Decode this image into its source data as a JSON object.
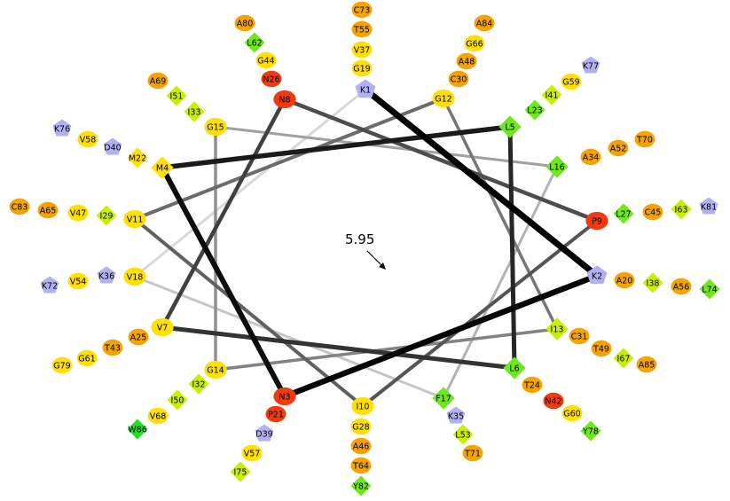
{
  "colors": {
    "red": "#f03a10",
    "orange": "#f5a300",
    "yellow": "#ffe000",
    "lime": "#c6f000",
    "green": "#6ee81a",
    "bright_green": "#22e026",
    "lavender": "#b0b0f2"
  },
  "moment_label": "5.95",
  "residues": [
    {
      "label": "K1",
      "shape": "pentagon",
      "color": "lavender"
    },
    {
      "label": "K2",
      "shape": "pentagon",
      "color": "lavender"
    },
    {
      "label": "N3",
      "shape": "circle",
      "color": "red"
    },
    {
      "label": "M4",
      "shape": "diamond",
      "color": "yellow"
    },
    {
      "label": "L5",
      "shape": "diamond",
      "color": "green"
    },
    {
      "label": "L6",
      "shape": "diamond",
      "color": "green"
    },
    {
      "label": "V7",
      "shape": "circle",
      "color": "yellow"
    },
    {
      "label": "N8",
      "shape": "circle",
      "color": "red"
    },
    {
      "label": "P9",
      "shape": "circle",
      "color": "red"
    },
    {
      "label": "I10",
      "shape": "circle",
      "color": "yellow"
    },
    {
      "label": "V11",
      "shape": "circle",
      "color": "yellow"
    },
    {
      "label": "G12",
      "shape": "circle",
      "color": "yellow"
    },
    {
      "label": "I13",
      "shape": "diamond",
      "color": "lime"
    },
    {
      "label": "G14",
      "shape": "circle",
      "color": "yellow"
    },
    {
      "label": "G15",
      "shape": "circle",
      "color": "yellow"
    },
    {
      "label": "L16",
      "shape": "diamond",
      "color": "green"
    },
    {
      "label": "F17",
      "shape": "diamond",
      "color": "green"
    },
    {
      "label": "V18",
      "shape": "circle",
      "color": "yellow"
    }
  ],
  "stacks": [
    [
      "G19",
      "V37",
      "T55",
      "C73"
    ],
    [
      "A20",
      "I38",
      "A56",
      "L74"
    ],
    [
      "P21",
      "D39",
      "V57",
      "I75"
    ],
    [
      "M22",
      "D40",
      "V58",
      "K76"
    ],
    [
      "L23",
      "I41",
      "G59",
      "K77"
    ],
    [
      "T24",
      "N42",
      "G60",
      "Y78"
    ],
    [
      "A25",
      "T43",
      "G61",
      "G79"
    ],
    [
      "N26",
      "G44",
      "L62",
      "A80"
    ],
    [
      "L27",
      "C45",
      "I63",
      "K81"
    ],
    [
      "G28",
      "A46",
      "T64",
      "Y82"
    ],
    [
      "I29",
      "V47",
      "A65",
      "C83"
    ],
    [
      "C30",
      "A48",
      "G66",
      "A84"
    ],
    [
      "C31",
      "T49",
      "I67",
      "A85"
    ],
    [
      "I32",
      "I50",
      "V68",
      "W86"
    ],
    [
      "I33",
      "I51",
      "A69"
    ],
    [
      "A34",
      "A52",
      "T70"
    ],
    [
      "K35",
      "L53",
      "T71"
    ],
    [
      "K36",
      "V54",
      "K72"
    ]
  ],
  "stack_styles": {
    "G19": [
      "circle",
      "yellow"
    ],
    "V37": [
      "circle",
      "yellow"
    ],
    "T55": [
      "circle",
      "orange"
    ],
    "C73": [
      "circle",
      "orange"
    ],
    "A20": [
      "circle",
      "orange"
    ],
    "I38": [
      "diamond",
      "lime"
    ],
    "A56": [
      "circle",
      "orange"
    ],
    "L74": [
      "diamond",
      "green"
    ],
    "P21": [
      "circle",
      "red"
    ],
    "D39": [
      "pentagon",
      "lavender"
    ],
    "V57": [
      "circle",
      "yellow"
    ],
    "I75": [
      "diamond",
      "lime"
    ],
    "M22": [
      "diamond",
      "yellow"
    ],
    "D40": [
      "pentagon",
      "lavender"
    ],
    "V58": [
      "circle",
      "yellow"
    ],
    "K76": [
      "pentagon",
      "lavender"
    ],
    "L23": [
      "diamond",
      "green"
    ],
    "I41": [
      "diamond",
      "lime"
    ],
    "G59": [
      "circle",
      "yellow"
    ],
    "K77": [
      "pentagon",
      "lavender"
    ],
    "T24": [
      "circle",
      "orange"
    ],
    "N42": [
      "circle",
      "red"
    ],
    "G60": [
      "circle",
      "yellow"
    ],
    "Y78": [
      "diamond",
      "green"
    ],
    "A25": [
      "circle",
      "orange"
    ],
    "T43": [
      "circle",
      "orange"
    ],
    "G61": [
      "circle",
      "yellow"
    ],
    "G79": [
      "circle",
      "yellow"
    ],
    "N26": [
      "circle",
      "red"
    ],
    "G44": [
      "circle",
      "yellow"
    ],
    "L62": [
      "diamond",
      "green"
    ],
    "A80": [
      "circle",
      "orange"
    ],
    "L27": [
      "diamond",
      "green"
    ],
    "C45": [
      "circle",
      "orange"
    ],
    "I63": [
      "diamond",
      "lime"
    ],
    "K81": [
      "pentagon",
      "lavender"
    ],
    "G28": [
      "circle",
      "yellow"
    ],
    "A46": [
      "circle",
      "orange"
    ],
    "T64": [
      "circle",
      "orange"
    ],
    "Y82": [
      "diamond",
      "green"
    ],
    "I29": [
      "diamond",
      "lime"
    ],
    "V47": [
      "circle",
      "yellow"
    ],
    "A65": [
      "circle",
      "orange"
    ],
    "C83": [
      "circle",
      "orange"
    ],
    "C30": [
      "circle",
      "orange"
    ],
    "A48": [
      "circle",
      "orange"
    ],
    "G66": [
      "circle",
      "yellow"
    ],
    "A84": [
      "circle",
      "orange"
    ],
    "C31": [
      "circle",
      "orange"
    ],
    "T49": [
      "circle",
      "orange"
    ],
    "I67": [
      "diamond",
      "lime"
    ],
    "A85": [
      "circle",
      "orange"
    ],
    "I32": [
      "diamond",
      "lime"
    ],
    "I50": [
      "diamond",
      "lime"
    ],
    "V68": [
      "circle",
      "yellow"
    ],
    "W86": [
      "diamond",
      "bright_green"
    ],
    "I33": [
      "diamond",
      "lime"
    ],
    "I51": [
      "diamond",
      "lime"
    ],
    "A69": [
      "circle",
      "orange"
    ],
    "A34": [
      "circle",
      "orange"
    ],
    "A52": [
      "circle",
      "orange"
    ],
    "T70": [
      "circle",
      "orange"
    ],
    "K35": [
      "pentagon",
      "lavender"
    ],
    "L53": [
      "diamond",
      "lime"
    ],
    "T71": [
      "circle",
      "orange"
    ],
    "K36": [
      "pentagon",
      "lavender"
    ],
    "V54": [
      "circle",
      "yellow"
    ],
    "K72": [
      "pentagon",
      "lavender"
    ]
  }
}
